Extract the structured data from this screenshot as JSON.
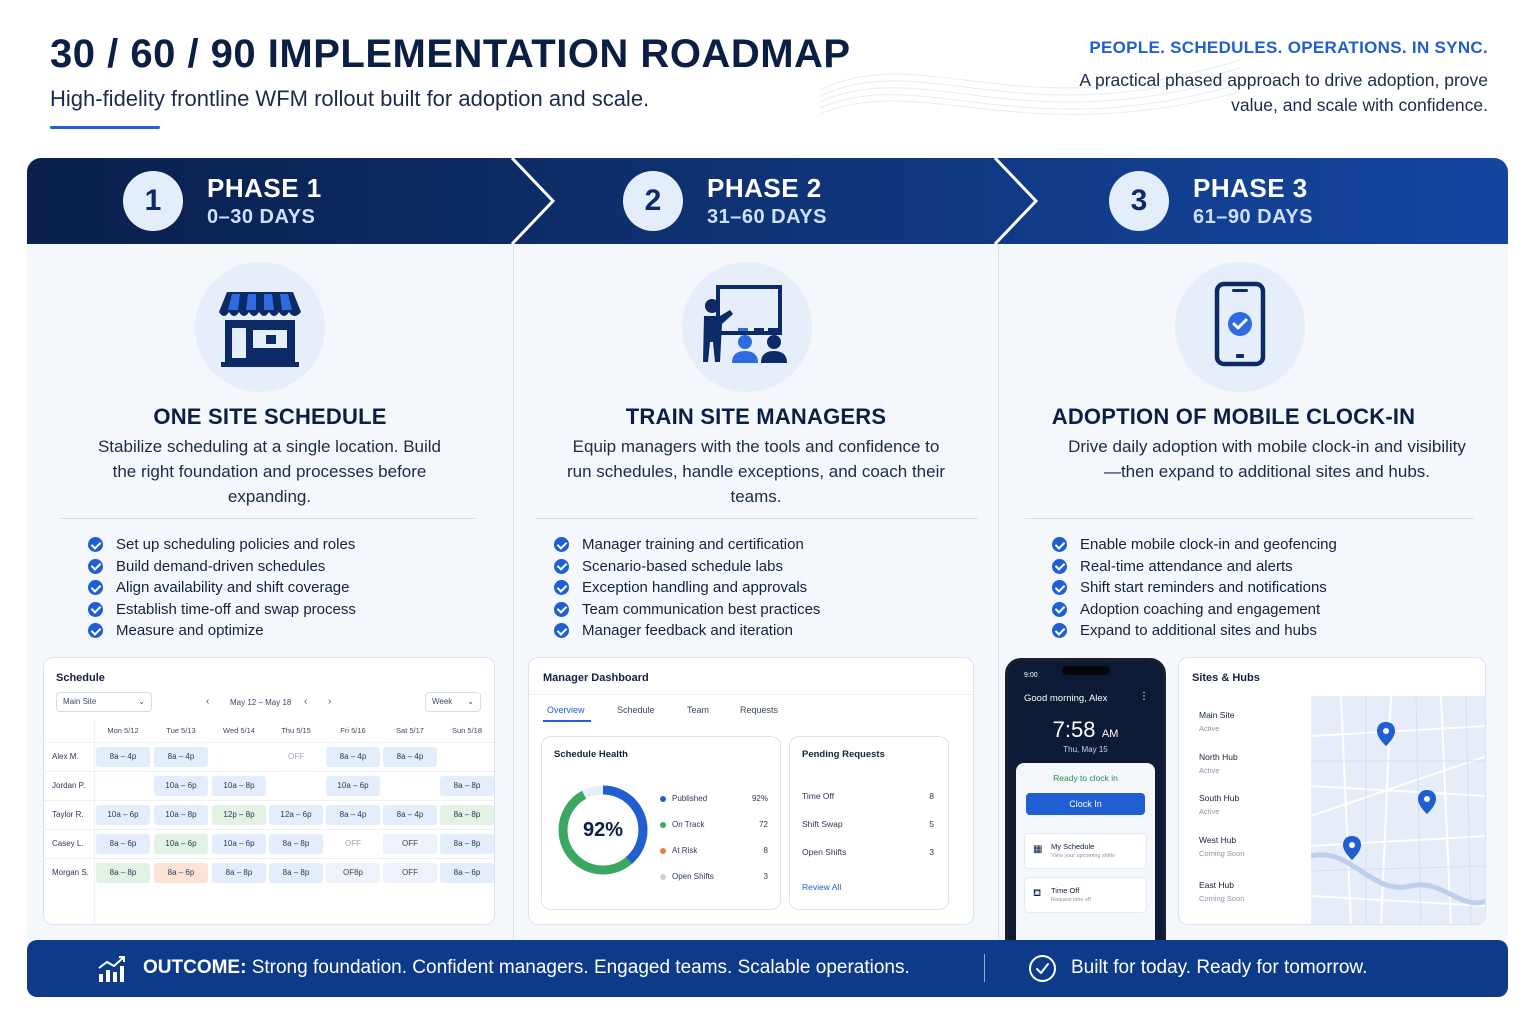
{
  "header": {
    "title": "30 / 60 / 90 IMPLEMENTATION ROADMAP",
    "subtitle": "High-fidelity frontline WFM rollout built for adoption and scale.",
    "tagline": "PEOPLE. SCHEDULES. OPERATIONS. IN SYNC.",
    "description": "A practical phased approach to drive adoption, prove value, and scale with confidence."
  },
  "colors": {
    "navy": "#0b1f44",
    "accent": "#1f5fd1",
    "banner": "#0e3a8a",
    "green": "#3aa860",
    "orange": "#ee7a3a"
  },
  "phases": [
    {
      "number": "1",
      "label": "PHASE 1",
      "days": "0–30 DAYS",
      "icon": "storefront-icon",
      "title": "ONE SITE SCHEDULE",
      "description": "Stabilize scheduling at a single location. Build the right foundation and processes before expanding.",
      "bullets": [
        "Set up scheduling policies and roles",
        "Build demand-driven schedules",
        "Align availability and shift coverage",
        "Establish time-off and swap process",
        "Measure and optimize"
      ]
    },
    {
      "number": "2",
      "label": "PHASE 2",
      "days": "31–60 DAYS",
      "icon": "presentation-training-icon",
      "title": "TRAIN SITE MANAGERS",
      "description": "Equip managers with the tools and confidence to run schedules, handle exceptions, and coach their teams.",
      "bullets": [
        "Manager training and certification",
        "Scenario-based schedule labs",
        "Exception handling and approvals",
        "Team communication best practices",
        "Manager feedback and iteration"
      ]
    },
    {
      "number": "3",
      "label": "PHASE 3",
      "days": "61–90 DAYS",
      "icon": "mobile-check-icon",
      "title": "ADOPTION OF MOBILE CLOCK-IN",
      "description": "Drive daily adoption with mobile clock-in and visibility—then expand to additional sites and hubs.",
      "bullets": [
        "Enable mobile clock-in and geofencing",
        "Real-time attendance and alerts",
        "Shift start reminders and notifications",
        "Adoption coaching and engagement",
        "Expand to additional sites and hubs"
      ]
    }
  ],
  "schedule": {
    "title": "Schedule",
    "site_select": "Main Site",
    "range": "May 12 – May 18",
    "view_select": "Week",
    "days": [
      "Mon 5/12",
      "Tue 5/13",
      "Wed 5/14",
      "Thu 5/15",
      "Fri 5/16",
      "Sat 5/17",
      "Sun 5/18"
    ],
    "rows": [
      {
        "name": "Alex M.",
        "shifts": [
          [
            "8a – 4p",
            "blue"
          ],
          [
            "8a – 4p",
            "blue"
          ],
          [
            "",
            ""
          ],
          [
            "OFF",
            "off"
          ],
          [
            "8a – 4p",
            "blue"
          ],
          [
            "8a – 4p",
            "blue"
          ],
          [
            "",
            ""
          ]
        ]
      },
      {
        "name": "Jordan P.",
        "shifts": [
          [
            "",
            ""
          ],
          [
            "10a – 6p",
            "blue"
          ],
          [
            "10a – 8p",
            "blue"
          ],
          [
            "",
            ""
          ],
          [
            "10a – 6p",
            "blue"
          ],
          [
            "",
            ""
          ],
          [
            "8a – 8p",
            "blue"
          ]
        ]
      },
      {
        "name": "Taylor R.",
        "shifts": [
          [
            "10a – 6p",
            "blue"
          ],
          [
            "10a – 8p",
            "blue"
          ],
          [
            "12p – 8p",
            "green"
          ],
          [
            "12a – 6p",
            "blue"
          ],
          [
            "8a – 4p",
            "blue"
          ],
          [
            "8a – 4p",
            "blue"
          ],
          [
            "8a – 8p",
            "green"
          ]
        ]
      },
      {
        "name": "Casey L.",
        "shifts": [
          [
            "8a – 6p",
            "blue"
          ],
          [
            "10a – 6p",
            "green"
          ],
          [
            "10a – 6p",
            "blue"
          ],
          [
            "8a – 8p",
            "blue"
          ],
          [
            "OFF",
            "off"
          ],
          [
            "OFF",
            "offb"
          ],
          [
            "8a – 8p",
            "blue"
          ]
        ]
      },
      {
        "name": "Morgan S.",
        "shifts": [
          [
            "8a – 8p",
            "green"
          ],
          [
            "8a – 6p",
            "orange"
          ],
          [
            "8a – 8p",
            "blue"
          ],
          [
            "8a – 8p",
            "blue"
          ],
          [
            "OF8p",
            "offb"
          ],
          [
            "OFF",
            "offb"
          ],
          [
            "8a – 6p",
            "blue"
          ]
        ]
      }
    ]
  },
  "dashboard": {
    "title": "Manager Dashboard",
    "tabs": [
      "Overview",
      "Schedule",
      "Team",
      "Requests"
    ],
    "active_tab": "Overview",
    "health": {
      "title": "Schedule Health",
      "percent_label": "92%",
      "percent": 92,
      "legend": [
        {
          "label": "Published",
          "value": "92%",
          "color": "#1f5fd1"
        },
        {
          "label": "On Track",
          "value": "72",
          "color": "#3aa860"
        },
        {
          "label": "At Risk",
          "value": "8",
          "color": "#ee7a3a"
        },
        {
          "label": "Open Shifts",
          "value": "3",
          "color": "#c9d1dd"
        }
      ]
    },
    "pending": {
      "title": "Pending Requests",
      "items": [
        {
          "label": "Time Off",
          "value": "8"
        },
        {
          "label": "Shift Swap",
          "value": "5"
        },
        {
          "label": "Open Shifts",
          "value": "3"
        }
      ],
      "link": "Review All"
    }
  },
  "phone": {
    "status_time": "9:00",
    "greeting": "Good morning, Alex",
    "time": "7:58",
    "ampm": "AM",
    "date": "Thu, May 15",
    "ready": "Ready to clock in",
    "clock_in": "Clock In",
    "items": [
      {
        "title": "My Schedule",
        "sub": "View your upcoming shifts"
      },
      {
        "title": "Time Off",
        "sub": "Request time off"
      }
    ]
  },
  "sites": {
    "title": "Sites & Hubs",
    "list": [
      {
        "name": "Main Site",
        "status": "Active"
      },
      {
        "name": "North Hub",
        "status": "Active"
      },
      {
        "name": "South Hub",
        "status": "Active"
      },
      {
        "name": "West Hub",
        "status": "Coming Soon"
      },
      {
        "name": "East Hub",
        "status": "Coming Soon"
      }
    ]
  },
  "outcome": {
    "label": "OUTCOME:",
    "text": " Strong foundation. Confident managers. Engaged teams. Scalable operations.",
    "right": "Built for today. Ready for tomorrow."
  }
}
